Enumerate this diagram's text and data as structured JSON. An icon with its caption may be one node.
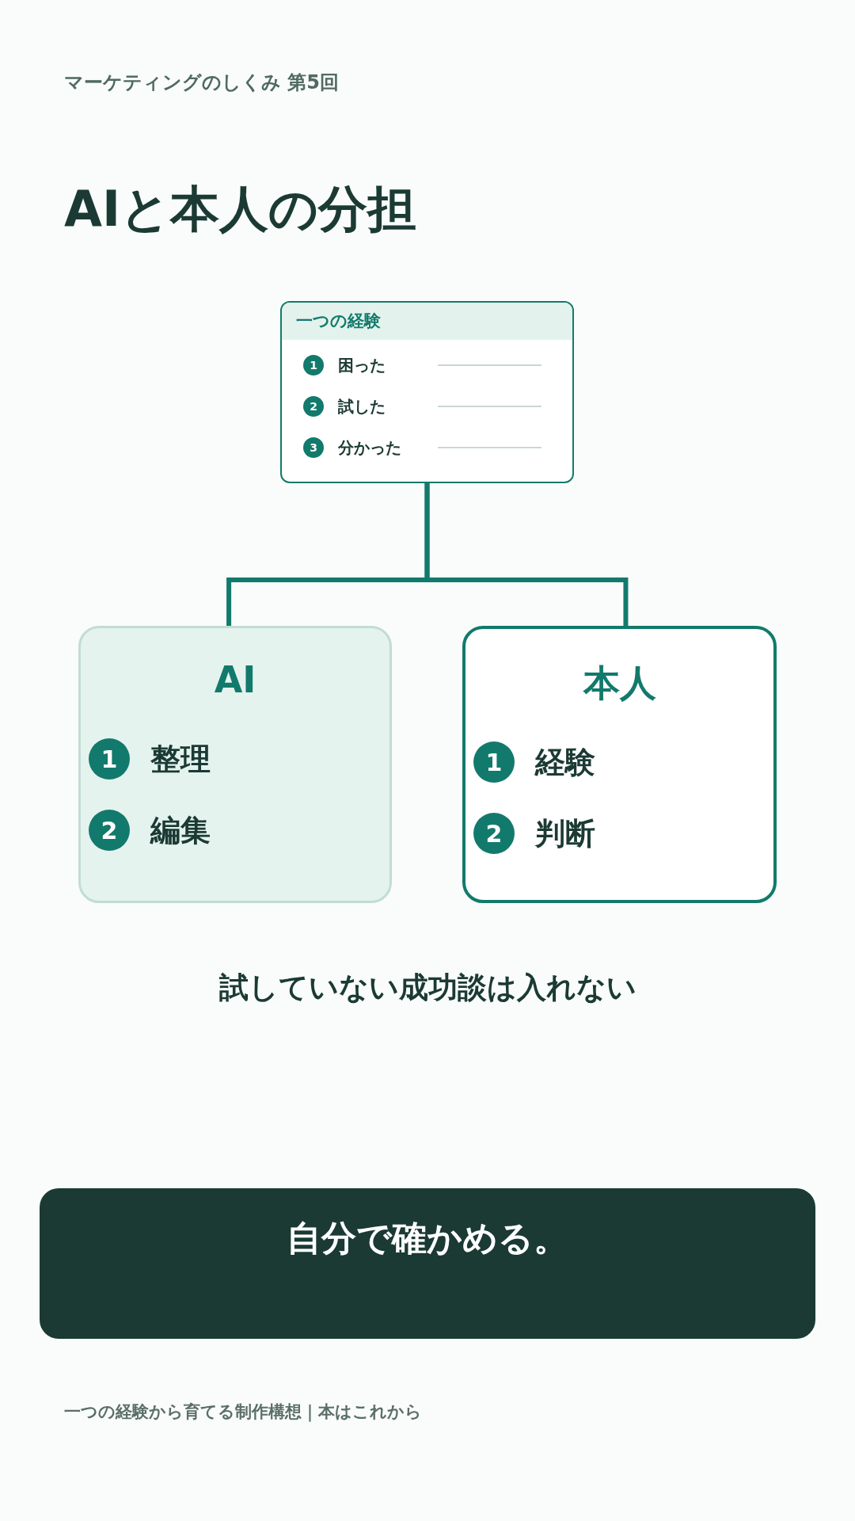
{
  "diagram": {
    "title": "AIと本人の分担",
    "nodes": [
      {
        "text": [
          "一つの経験"
        ]
      },
      {
        "text": [
          "1"
        ],
        "in": 0,
        "beside": [
          "困った"
        ]
      },
      {
        "text": [
          "2"
        ],
        "in": 0,
        "beside": [
          "試した"
        ]
      },
      {
        "text": [
          "3"
        ],
        "in": 0,
        "beside": [
          "分かった"
        ]
      },
      {
        "text": [
          "AI"
        ]
      },
      {
        "text": [
          "1"
        ],
        "in": 4,
        "beside": [
          "整理"
        ]
      },
      {
        "text": [
          "2"
        ],
        "in": 4,
        "beside": [
          "編集"
        ]
      },
      {
        "text": [
          "本人"
        ]
      },
      {
        "text": [
          "1"
        ],
        "in": 7,
        "beside": [
          "経験"
        ]
      },
      {
        "text": [
          "2"
        ],
        "in": 7,
        "beside": [
          "判断"
        ]
      },
      {
        "text": [
          "自分で確かめる。"
        ]
      }
    ],
    "edges": [
      {
        "from": 0,
        "to": 4,
        "arrow": "none"
      },
      {
        "from": 0,
        "to": 7,
        "arrow": "none"
      }
    ],
    "labels": [
      "マーケティングのしくみ 第5回",
      "試していない成功談は入れない",
      "一つの経験から育てる制作構想｜本はこれから"
    ]
  }
}
